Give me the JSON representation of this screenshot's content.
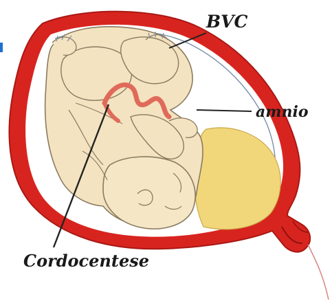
{
  "labels": {
    "bvc": "BVC",
    "amnio": "amnio",
    "cordocentese": "Cordocentese"
  },
  "colors": {
    "uterus_wall": "#d8241f",
    "uterus_shadow": "#b01a15",
    "amniotic_fluid": "#ffffff",
    "fetus_skin": "#f3e3c0",
    "fetus_outline": "#8a7a60",
    "placenta": "#f1d77a",
    "umbilical_cord": "#e06a5a",
    "pointer_line": "#222222",
    "edge_marker": "#1f6fd1"
  }
}
